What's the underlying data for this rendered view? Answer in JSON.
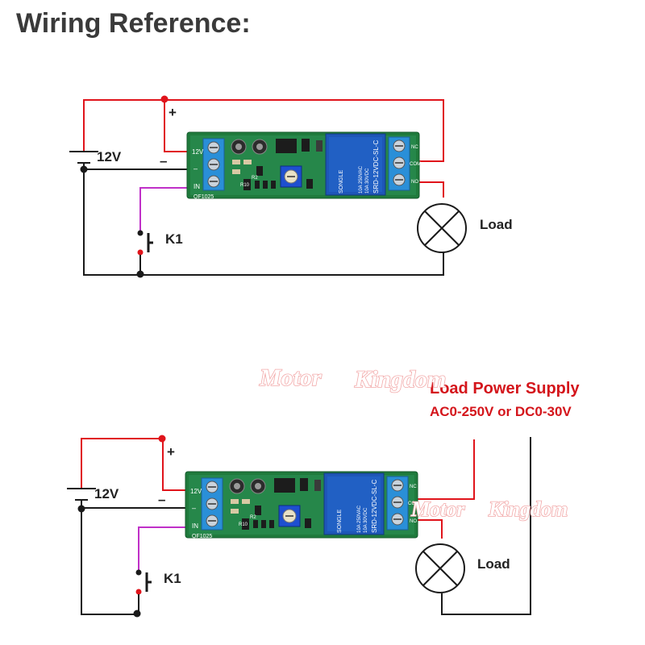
{
  "title": "Wiring Reference:",
  "diagrams": [
    {
      "battery_label": "12V",
      "plus": "+",
      "minus": "–",
      "switch_label": "K1",
      "load_label": "Load",
      "board": {
        "pins_left": [
          "12V",
          "–",
          "IN"
        ],
        "model": "QF1025",
        "pins_right": [
          "NC",
          "COM",
          "NO"
        ],
        "resistors": [
          "R10",
          "R2"
        ],
        "relay_text": [
          "SONGLE",
          "SRD-12VDC-SL-C",
          "10A 250VAC",
          "10A 30VDC"
        ]
      }
    },
    {
      "battery_label": "12V",
      "plus": "+",
      "minus": "–",
      "switch_label": "K1",
      "load_label": "Load",
      "board": {
        "pins_left": [
          "12V",
          "–",
          "IN"
        ],
        "model": "QF1025",
        "pins_right": [
          "NC",
          "COM",
          "NO"
        ],
        "resistors": [
          "R10",
          "R2"
        ],
        "relay_text": [
          "SONGLE",
          "SRD-12VDC-SL-C",
          "10A 250VAC",
          "10A 30VDC"
        ]
      },
      "supply_title": "Load Power Supply",
      "supply_range": "AC0-250V or DC0-30V"
    }
  ],
  "watermark": [
    "Motor",
    "Kingdom",
    "Motor",
    "Kingdom"
  ],
  "colors": {
    "wire_red": "#e0141b",
    "wire_black": "#1a1a1a",
    "wire_magenta": "#c030c8",
    "pcb_green": "#1f7a3c",
    "relay_blue": "#1e56b8",
    "terminal_blue": "#2a8fd8",
    "supply_red": "#d4151b",
    "watermark_pink": "#f2a8a8"
  }
}
